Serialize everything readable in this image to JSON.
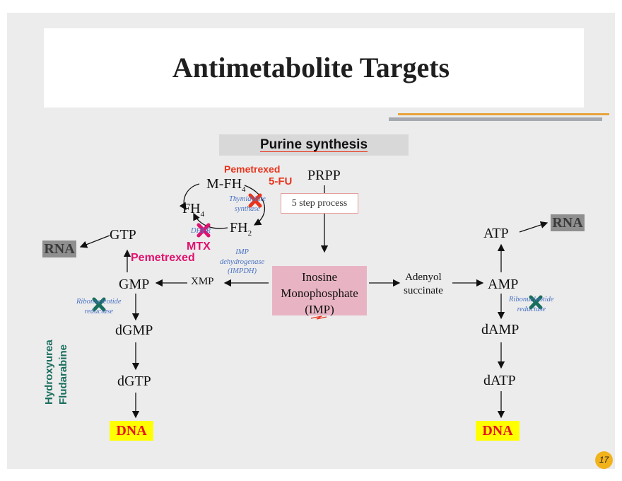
{
  "title": "Antimetabolite Targets",
  "section_header": "Purine synthesis",
  "nodes": {
    "prpp": "PRPP",
    "step_process": "5 step process",
    "imp_line1": "Inosine",
    "imp_line2": "Monophosphate",
    "imp_line3": "(IMP)",
    "xmp": "XMP",
    "gmp": "GMP",
    "gtp": "GTP",
    "dgmp": "dGMP",
    "dgtp": "dGTP",
    "adenylo_line1": "Adenyol",
    "adenylo_line2": "succinate",
    "amp": "AMP",
    "atp": "ATP",
    "damp": "dAMP",
    "datp": "dATP",
    "mfh4": "M-FH",
    "mfh4_sub": "4",
    "fh4": "FH",
    "fh4_sub": "4",
    "fh2": "FH",
    "fh2_sub": "2"
  },
  "targets": {
    "rna_left": "RNA",
    "rna_right": "RNA",
    "dna_left": "DNA",
    "dna_right": "DNA"
  },
  "enzymes": {
    "thymidylate_line1": "Thymidylate",
    "thymidylate_line2": "synthase",
    "dhfr": "DHFR",
    "impdh_line1": "IMP",
    "impdh_line2": "dehydrogenase",
    "impdh_line3": "(IMPDH)",
    "ribo_left_line1": "Ribonucleotide",
    "ribo_left_line2": "reductase",
    "ribo_right_line1": "Ribonucleotide",
    "ribo_right_line2": "reductase"
  },
  "drugs": {
    "pemetrexed_top": "Pemetrexed",
    "five_fu": "5-FU",
    "mtx": "MTX",
    "pemetrexed_mid": "Pemetrexed",
    "hydroxyurea": "Hydroxyurea",
    "fludarabine": "Fludarabine"
  },
  "page_number": "17",
  "colors": {
    "drug_red": "#e8341c",
    "drug_magenta": "#e0126f",
    "enzyme_blue": "#4a72c4",
    "block_teal": "#1a6e5e",
    "dna_highlight": "#ffff00",
    "imp_box": "#e8b4c4"
  }
}
